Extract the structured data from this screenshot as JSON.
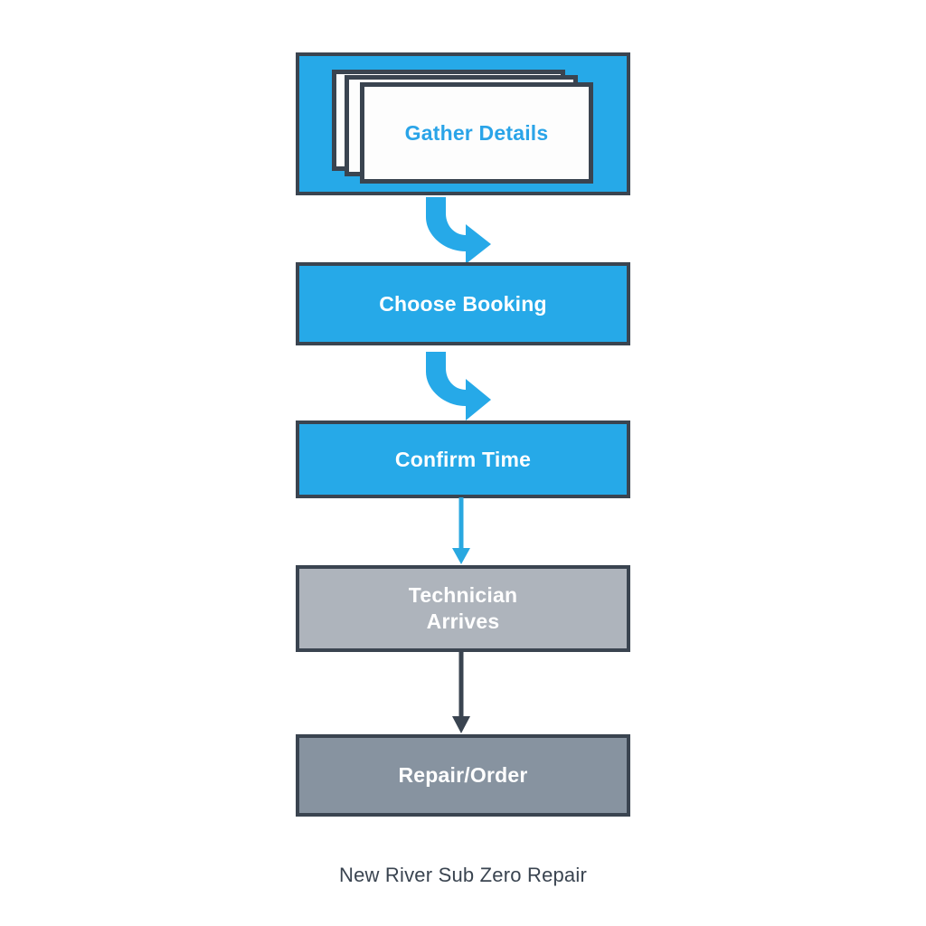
{
  "diagram": {
    "type": "flowchart",
    "orientation": "vertical-top-to-bottom",
    "caption": "New River Sub Zero Repair",
    "background_color": "#FFFFFF",
    "colors": {
      "accent_blue": "#26A9E8",
      "label_blue": "#2AA4E8",
      "outline_dark": "#3A4450",
      "gray_light": "#AEB4BC",
      "gray_dark": "#8793A0",
      "text_white": "#FFFFFF",
      "caption_text": "#3A4450"
    },
    "nodes": [
      {
        "id": "gather-details",
        "label": "Gather Details",
        "style": "stacked-cards",
        "fill": "#26A9E8",
        "text_color": "#2AA4E8",
        "card_count": 3
      },
      {
        "id": "choose-booking",
        "label": "Choose Booking",
        "style": "solid",
        "fill": "#26A9E8",
        "text_color": "#FFFFFF"
      },
      {
        "id": "confirm-time",
        "label": "Confirm Time",
        "style": "solid",
        "fill": "#26A9E8",
        "text_color": "#FFFFFF"
      },
      {
        "id": "technician-arrives",
        "label": "Technician\nArrives",
        "style": "solid",
        "fill": "#AEB4BC",
        "text_color": "#FFFFFF"
      },
      {
        "id": "repair-order",
        "label": "Repair/Order",
        "style": "solid",
        "fill": "#8793A0",
        "text_color": "#FFFFFF"
      }
    ],
    "connectors": [
      {
        "id": "connector-1",
        "from": "gather-details",
        "to": "choose-booking",
        "style": "curved-arrow",
        "color": "#26A9E8"
      },
      {
        "id": "connector-2",
        "from": "choose-booking",
        "to": "confirm-time",
        "style": "curved-arrow",
        "color": "#26A9E8"
      },
      {
        "id": "connector-3",
        "from": "confirm-time",
        "to": "technician-arrives",
        "style": "straight-arrow",
        "color": "#29A8E0"
      },
      {
        "id": "connector-4",
        "from": "technician-arrives",
        "to": "repair-order",
        "style": "straight-arrow",
        "color": "#3A4450"
      }
    ]
  }
}
